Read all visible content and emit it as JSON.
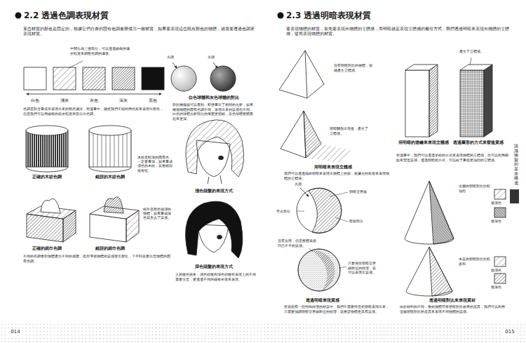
{
  "diagram": {
    "labels": [
      "2.2 透過色調表現材質",
      "某些材質的顏色是固定的，根據它們自身的固有色調會變成另一種材質，如果要表現這些既有顏色的物體，就需要透過色調來表現材質。",
      "中間分為三個部分，可以透過線條的濃密程度來調整色調的濃度。",
      "光源",
      "光源",
      "白色",
      "淺灰",
      "灰色",
      "深灰",
      "黑色",
      "白色球體和灰色球體的對比",
      "對比兩種圖可以看到，即便畫出了相同的光影，如果兩個物體的固有色調不同，表現出來的質感也不同。白色的球體光影部分的漸變更明顯，灰色球體整體看起來更深。",
      "色調是對含量或所表現出來的顏色濃淡，在漫畫中，雖然我們不能利用色彩來表現出顏色，但是我們可以用線條的疏密程度來區分出色調。",
      "木紋是較深的固有色，一定要畫深，如果畫成淺色的木紋，就會顯得很奇怪。",
      "正確的木紋色調",
      "錯誤的木紋色調",
      "淺色頭髮的表現方式",
      "紙巾是顏色很淺的物體，如果畫成深色就失去了質感。",
      "正確的紙巾色調",
      "錯誤的紙巾色調",
      "不同的色調會對物體產生不同的感覺，從而導致物體的質感發生變化，下手時就要注意物體的固有色調。",
      "深色頭髮的表現方式",
      "人的髮色很多，淺色頭髮和深色頭髮在表現上的不同需要注意，要透過不同的線條密度來表現。",
      "014",
      "2.3 透過明暗表現材質",
      "要表現物體的材質，首先要表現出物體的立體感，而明暗就是表現立體感的最佳方式，我們透過明暗來表現出物體的立體感，從而表現物體的材質。",
      "沒有明暗對比的物體，很難產生立體感。",
      "產生了立體感。",
      "明暗關係出現後，產生了立體感。",
      "用明暗的塗繪來表現立體感",
      "透過圖形的方式來營造質感",
      "用明暗來表現立體感",
      "我們可以透過描繪明暗來表現出物體上的面，根據光的角度來表現物體的立體感。",
      "在漫畫中，我們可以透過塗繪的方式來表現物體的立體感，也可以利用網點來營造質感，透過明暗的方式，可以給予畫面更強烈的立體感。",
      "光源",
      "明暗交界線",
      "受光部分",
      "暗面部分",
      "金屬的明暗對比比較強烈",
      "最淺色",
      "最深色",
      "沒有光照，但是整體表面凹凸不平的質感。",
      "只要保留明暗交界線附近的紋理，就可以表現出質感。",
      "木質的明暗對比比較柔和",
      "最淺色",
      "最深色",
      "透過明暗表現質感",
      "在表面有一些特殊紋理的材質中，我們不需要特意把明暗表現出來，只需要強調明暗交界線附近的紋理，就會讓物體更具有質感。",
      "透過明暗對比來表現質材",
      "由於材料的不同，會給物體帶來明暗對比效果的差異，我們可以利用這種明暗對比的差異來表現不同物體的質感。",
      "認識繪製的基本構成",
      "015"
    ]
  }
}
